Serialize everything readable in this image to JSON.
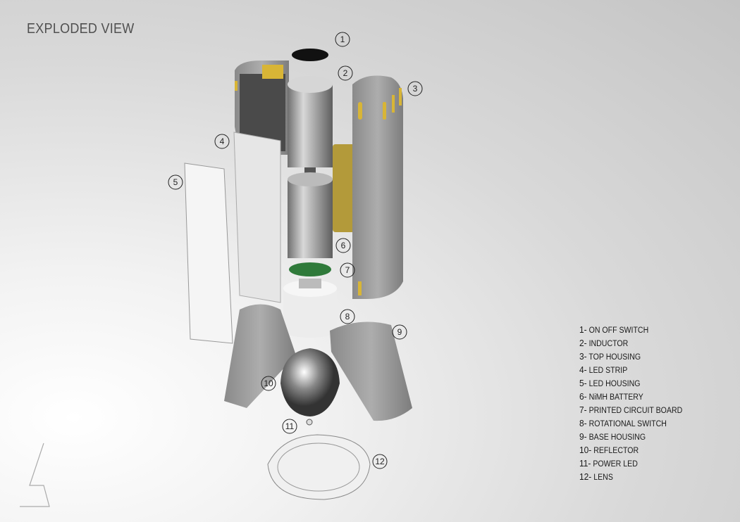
{
  "title": "EXPLODED VIEW",
  "legend": [
    {
      "num": "1-",
      "label": "ON OFF SWITCH"
    },
    {
      "num": "2-",
      "label": "INDUCTOR"
    },
    {
      "num": "3-",
      "label": "TOP HOUSING"
    },
    {
      "num": "4-",
      "label": "LED STRIP"
    },
    {
      "num": "5-",
      "label": "LED HOUSING"
    },
    {
      "num": "6-",
      "label": "NiMH BATTERY"
    },
    {
      "num": "7-",
      "label": "PRINTED CIRCUIT BOARD"
    },
    {
      "num": "8-",
      "label": "ROTATIONAL SWITCH"
    },
    {
      "num": "9-",
      "label": "BASE HOUSING"
    },
    {
      "num": "10-",
      "label": "REFLECTOR"
    },
    {
      "num": "11-",
      "label": "POWER LED"
    },
    {
      "num": "12-",
      "label": "LENS"
    }
  ],
  "callouts": [
    "1",
    "2",
    "3",
    "4",
    "5",
    "6",
    "7",
    "8",
    "9",
    "10",
    "11",
    "12"
  ],
  "colors": {
    "housing": "#9a9a9a",
    "accent": "#d8b536",
    "pcb": "#2f7a3a"
  }
}
